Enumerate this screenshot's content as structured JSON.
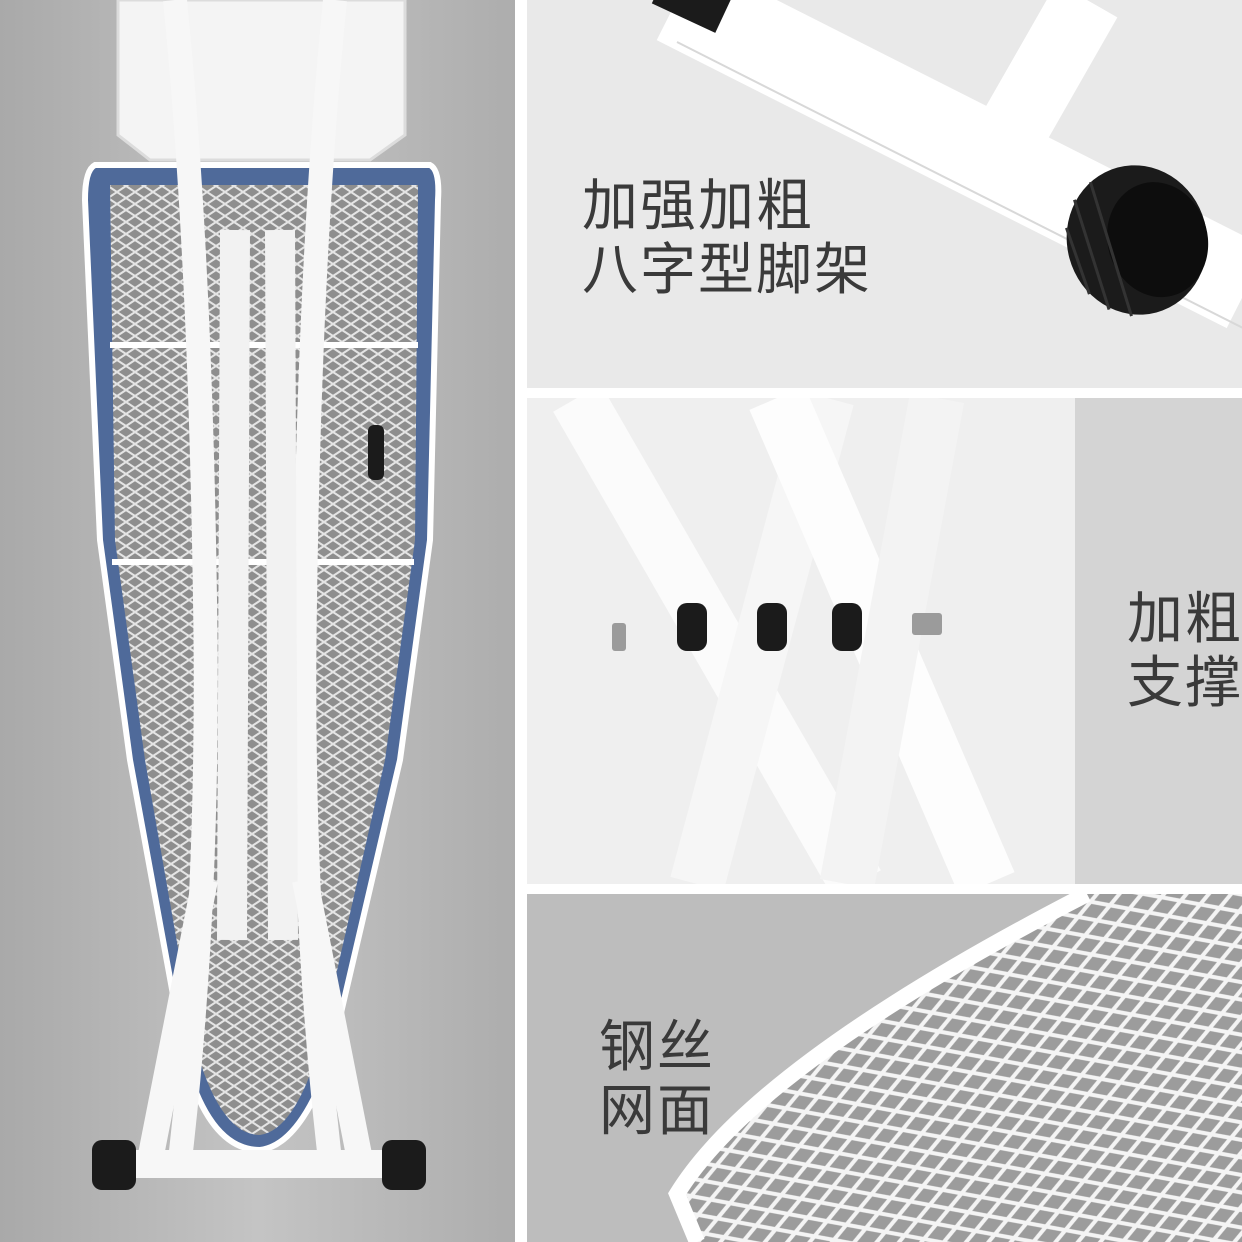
{
  "panels": {
    "main_board": {
      "image": "ironing-board-folded-front-view",
      "colors": {
        "background": "#b7b7b7",
        "cover": "#4f6a9a",
        "mesh": "#c9c9c9",
        "frame": "#ffffff",
        "feet": "#1b1b1b"
      }
    },
    "legs_detail": {
      "image": "leg-tube-with-rubber-foot",
      "caption_lines": [
        "加强加粗",
        "八字型脚架"
      ]
    },
    "support_detail": {
      "image": "crossed-support-tubes-with-bolts",
      "caption_lines": [
        "加粗",
        "支撑杆"
      ]
    },
    "mesh_detail": {
      "image": "steel-wire-mesh-surface",
      "caption_lines": [
        "钢丝",
        "网面"
      ]
    }
  }
}
